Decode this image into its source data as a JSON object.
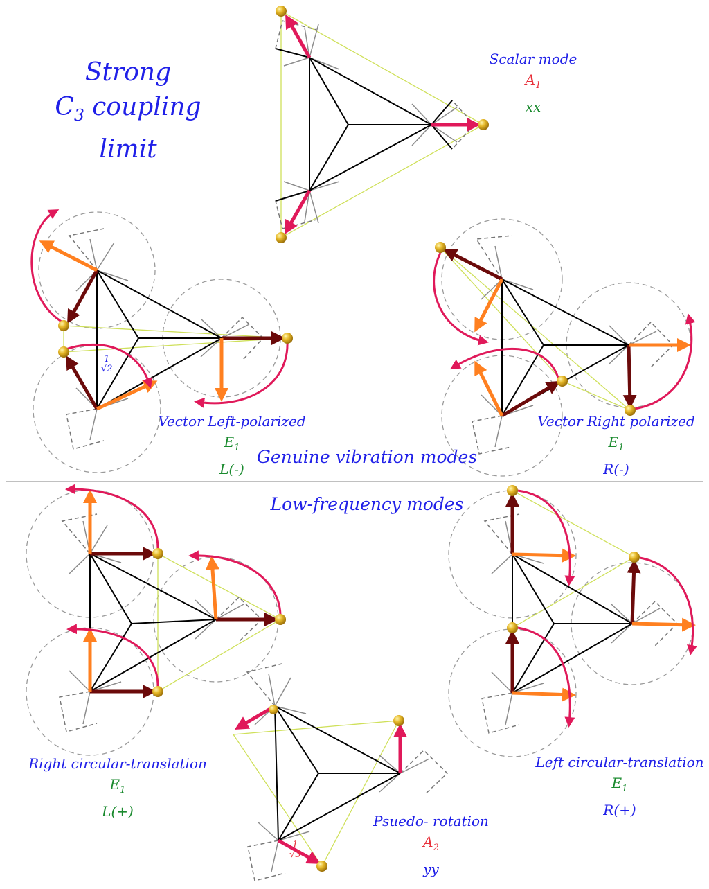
{
  "title": {
    "line1": "Strong",
    "line2_main": "C",
    "line2_sub": "3",
    "line2_rest": " coupling",
    "line3": "limit"
  },
  "colors": {
    "blue_text": "#2020e8",
    "red_text": "#e8303a",
    "green_text": "#1a8a2e",
    "bond": "#000000",
    "spoke": "#8c8c8c",
    "dashed": "#8c8c8c",
    "link": "#cfe05a",
    "dark_arrow": "#6b0a0a",
    "orange_arrow": "#ff8020",
    "pink_arrow": "#e0195a",
    "ball": "#d9a820"
  },
  "icons": {
    "mass": "gold-ball-icon",
    "displacement": "arrow-icon",
    "rotation": "curved-arrow-icon"
  },
  "scalar": {
    "name": "Scalar mode",
    "symmetry": "A",
    "symmetry_sub": "1",
    "tensor": "xx"
  },
  "left_polarized": {
    "name": "Vector Left-polarized",
    "symmetry": "E",
    "symmetry_sub": "1",
    "label": "L(-)"
  },
  "right_polarized": {
    "name": "Vector Right polarized",
    "symmetry": "E",
    "symmetry_sub": "1",
    "label": "R(-)"
  },
  "section_genuine": "Genuine vibration modes",
  "section_low": "Low-frequency modes",
  "right_circular": {
    "name": "Right circular-translation",
    "symmetry": "E",
    "symmetry_sub": "1",
    "label": "L(+)"
  },
  "left_circular": {
    "name": "Left circular-translation",
    "symmetry": "E",
    "symmetry_sub": "1",
    "label": "R(+)"
  },
  "pseudo": {
    "name": "Psuedo- rotation",
    "symmetry": "A",
    "symmetry_sub": "2",
    "tensor": "yy"
  },
  "fractions": {
    "sqrt2_num": "1",
    "sqrt2_den": "√2",
    "sqrt3_num": "1",
    "sqrt3_den": "√3"
  }
}
